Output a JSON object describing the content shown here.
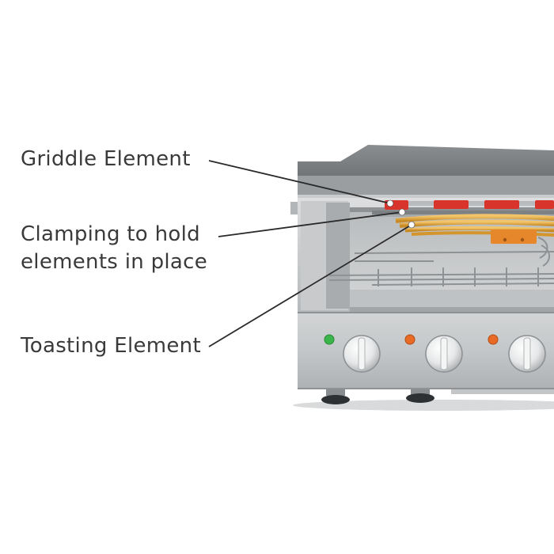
{
  "callouts": {
    "griddle": {
      "text": "Griddle Element"
    },
    "clamping": {
      "line1": "Clamping to hold",
      "line2": "elements in place"
    },
    "toasting": {
      "text": "Toasting Element"
    }
  },
  "colors": {
    "steel_light": "#d8dadb",
    "steel_mid": "#b9bcbe",
    "steel_dark": "#8d9194",
    "griddle_plate": "#6f7376",
    "heating_red": "#d9342b",
    "toasting_gold": "#e0a030",
    "clamp_orange": "#e5872a",
    "indicator_green": "#3bb54a",
    "indicator_orange": "#e86a25",
    "leader_line": "#2a2a2a",
    "label_text": "#3a3a3a"
  },
  "icons": [
    "control-knob-icon",
    "indicator-light-icon",
    "leader-dot-icon"
  ]
}
